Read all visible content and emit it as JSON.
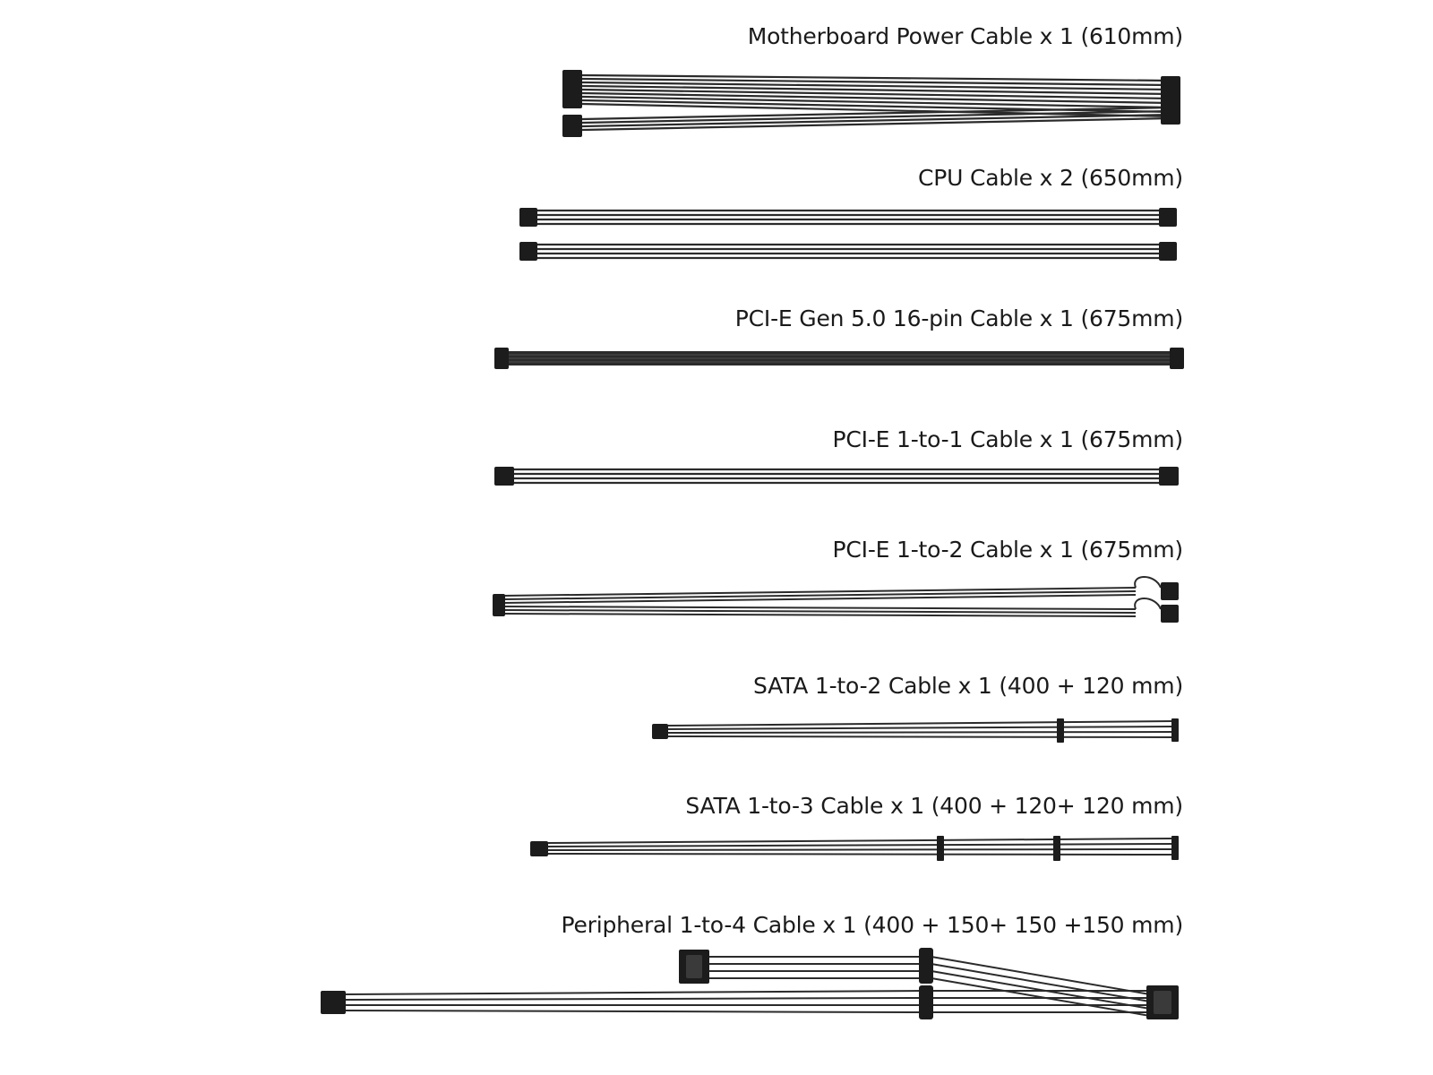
{
  "cables": [
    {
      "label": "Motherboard Power  Cable x 1 (610mm)"
    },
    {
      "label": "CPU Cable x 2 (650mm)"
    },
    {
      "label": "PCI-E Gen 5.0 16-pin Cable x 1 (675mm)"
    },
    {
      "label": "PCI-E 1-to-1 Cable x 1 (675mm)"
    },
    {
      "label": "PCI-E 1-to-2 Cable x 1 (675mm)"
    },
    {
      "label": "SATA 1-to-2 Cable x 1 (400 + 120 mm)"
    },
    {
      "label": "SATA 1-to-3 Cable x 1 (400 + 120+ 120 mm)"
    },
    {
      "label": "Peripheral 1-to-4 Cable x 1 (400 + 150+ 150 +150 mm)"
    }
  ],
  "colors": {
    "wire": "#2b2b2b",
    "connector": "#1c1c1c",
    "text": "#1a1a1a"
  }
}
